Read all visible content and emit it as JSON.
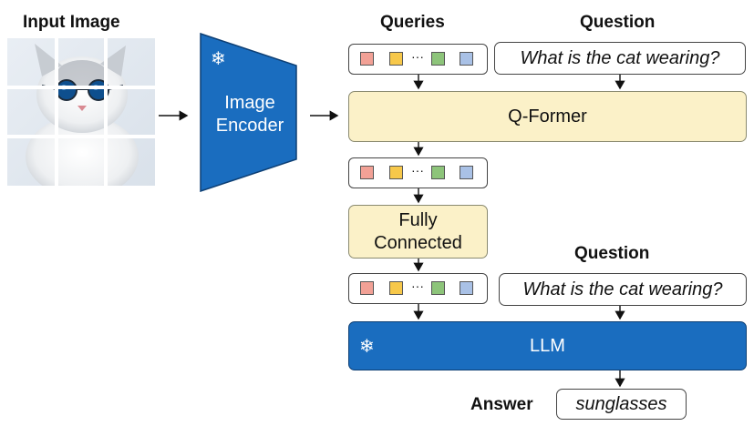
{
  "labels": {
    "input_image": "Input Image",
    "queries": "Queries",
    "question_top": "Question",
    "question_mid": "Question",
    "image_encoder_line1": "Image",
    "image_encoder_line2": "Encoder",
    "q_former": "Q-Former",
    "fully_connected_line1": "Fully",
    "fully_connected_line2": "Connected",
    "llm": "LLM",
    "answer_label": "Answer",
    "answer_value": "sunglasses",
    "question_text_top": "What is the cat wearing?",
    "question_text_mid": "What is the cat wearing?",
    "ellipsis": "···",
    "frozen_glyph": "❄"
  },
  "colors": {
    "token_red": "#f2a196",
    "token_yellow": "#f7c84a",
    "token_green": "#8dc47a",
    "token_blue": "#a9c1e6",
    "encoder_blue": "#1a6dbf",
    "yellow_block": "#fbf1c8"
  },
  "icons": {
    "frozen": "snowflake-icon"
  }
}
